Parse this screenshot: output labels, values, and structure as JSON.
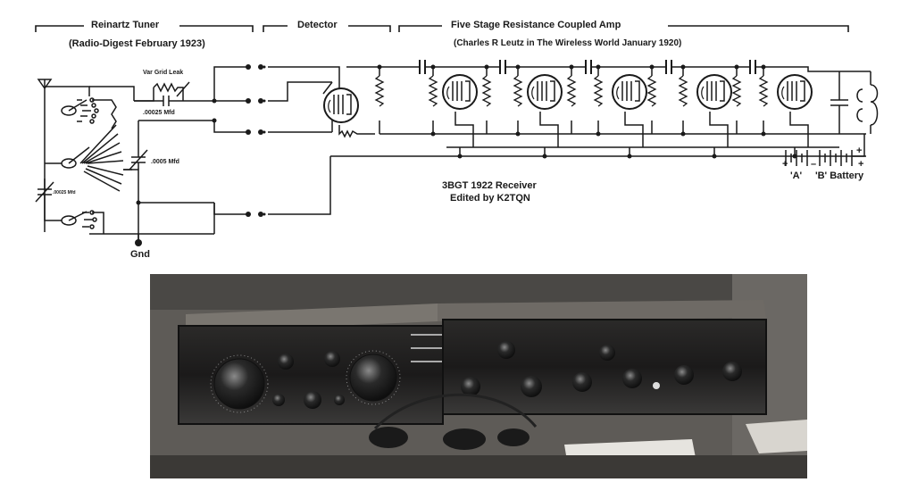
{
  "sections": {
    "tuner_title": "Reinartz Tuner",
    "tuner_source": "(Radio-Digest February 1923)",
    "detector_title": "Detector",
    "amp_title": "Five Stage Resistance Coupled Amp",
    "amp_source": "(Charles R Leutz in The Wireless World January 1920)"
  },
  "components": {
    "grid_leak": "Var Grid Leak",
    "cap_grid": ".00025 Mfd",
    "cap_var": ".0005 Mfd",
    "cap_ant": ".00025 Mfd"
  },
  "labels": {
    "gnd": "Gnd",
    "a_battery": "'A'",
    "b_battery": "'B' Battery",
    "plus": "+",
    "minus": "–"
  },
  "caption": {
    "line1": "3BGT 1922 Receiver",
    "line2": "Edited by K2TQN"
  },
  "colors": {
    "ink": "#1a1a1a",
    "photo_dark": "#1c1c1c",
    "panel": "#2a2826",
    "background": "#ffffff"
  }
}
